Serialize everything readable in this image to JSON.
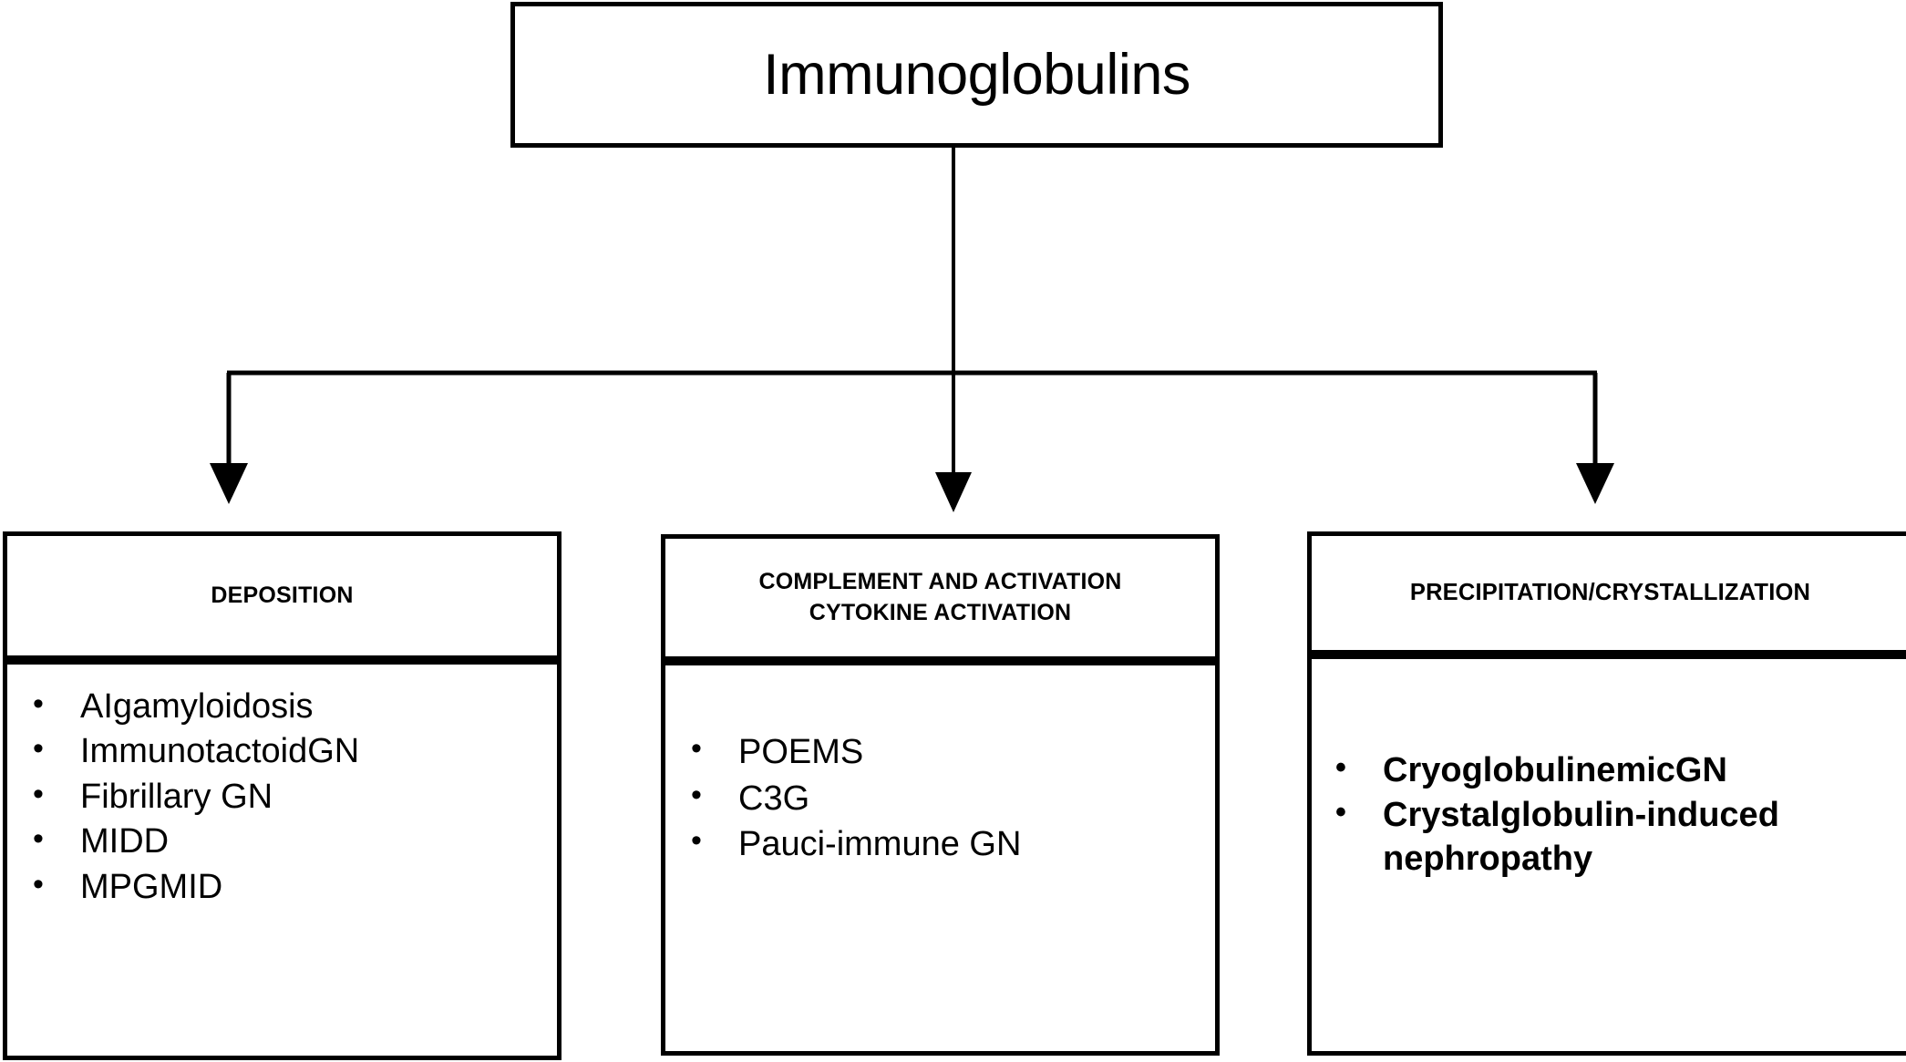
{
  "diagram": {
    "root": {
      "label": "Immunoglobulins"
    },
    "branches": [
      {
        "id": "deposition",
        "header": "DEPOSITION",
        "header_lines": [
          "DEPOSITION"
        ],
        "items": [
          "AIgamyloidosis",
          "ImmunotactoidGN",
          "Fibrillary GN",
          "MIDD",
          "MPGMID"
        ],
        "bold_items": false
      },
      {
        "id": "complement",
        "header": "COMPLEMENT AND ACTIVATION CYTOKINE ACTIVATION",
        "header_lines": [
          "COMPLEMENT AND ACTIVATION",
          "CYTOKINE ACTIVATION"
        ],
        "items": [
          "POEMS",
          "C3G",
          "Pauci-immune GN"
        ],
        "bold_items": false
      },
      {
        "id": "precipitation",
        "header": "PRECIPITATION/CRYSTALLIZATION",
        "header_lines": [
          "PRECIPITATION/CRYSTALLIZATION"
        ],
        "items": [
          "CryoglobulinemicGN",
          "Crystalglobulin-induced nephropathy"
        ],
        "bold_items": true
      }
    ],
    "style": {
      "line_color": "#000000",
      "box_border_color": "#000000",
      "background": "#ffffff",
      "text_color": "#000000"
    },
    "connectors": {
      "type": "tree-split",
      "count": 3,
      "arrowheads": "filled-triangle-down"
    }
  }
}
